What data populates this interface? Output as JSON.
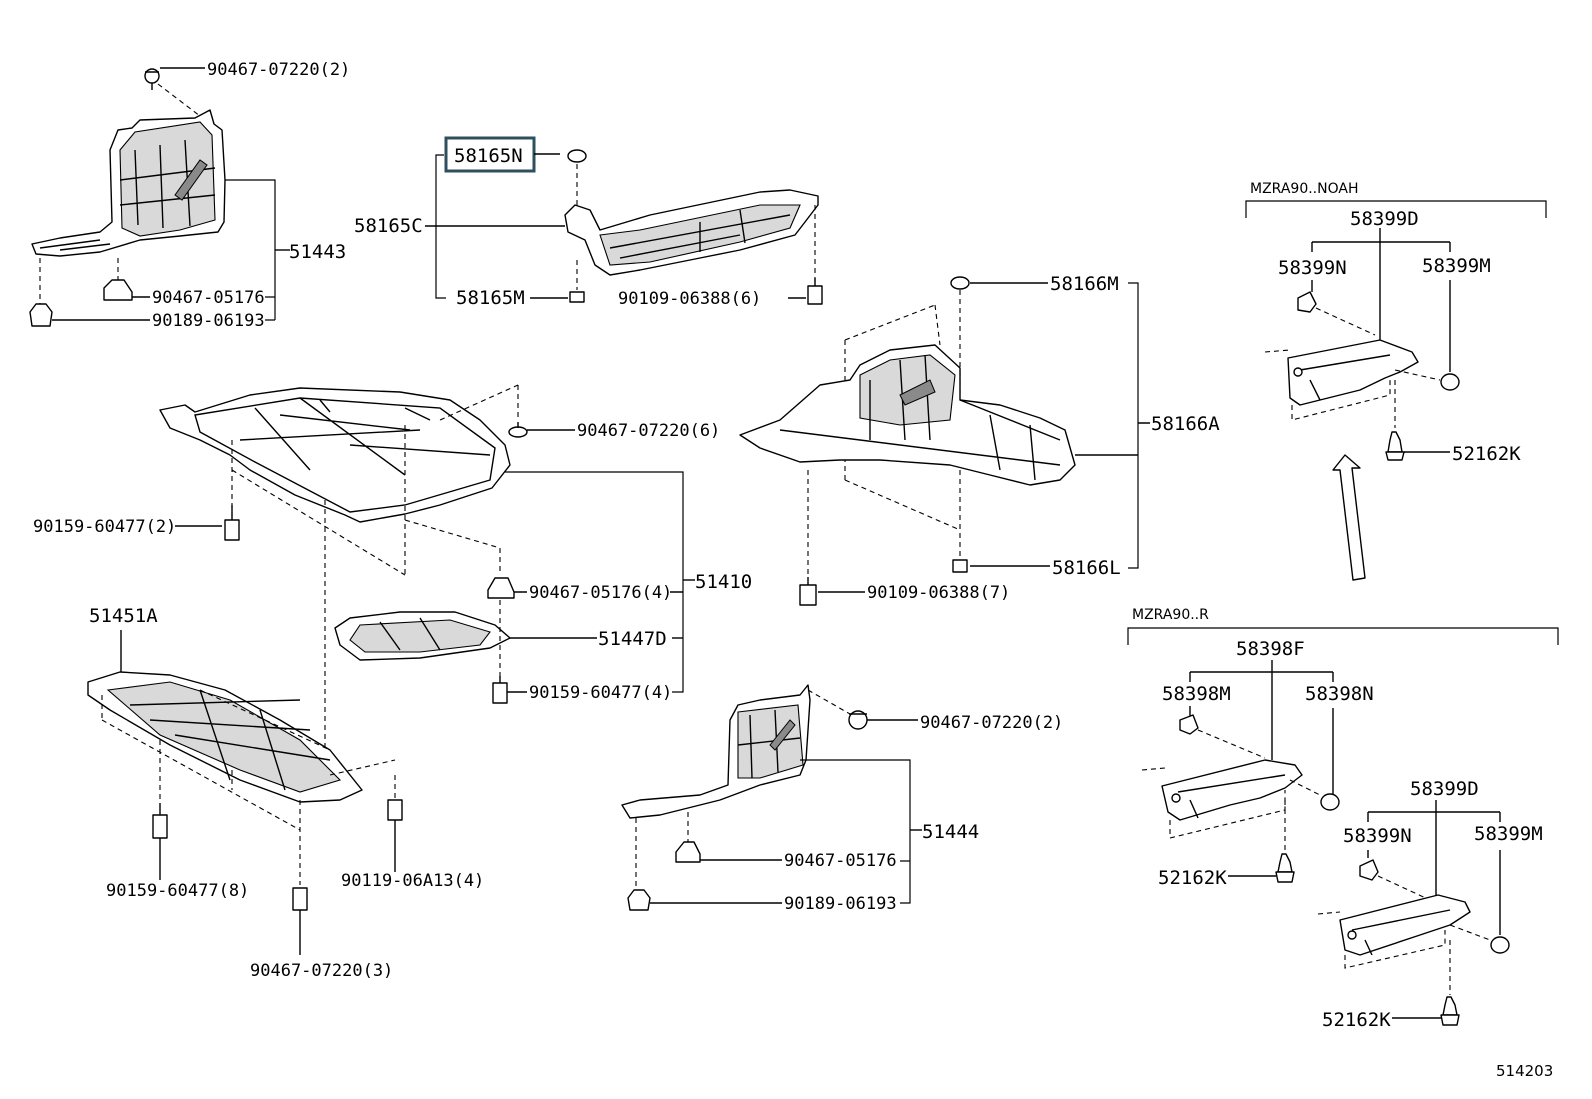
{
  "diagram_id": "514203",
  "highlight_color": "#2f4f5f",
  "labels": {
    "p_9046707220_2_top": "90467-07220(2)",
    "p_51443": "51443",
    "p_9046705176_a": "90467-05176",
    "p_9018906193_a": "90189-06193",
    "p_58165N": "58165N",
    "p_58165C": "58165C",
    "p_58165M": "58165M",
    "p_9010906388_6": "90109-06388(6)",
    "p_58166M": "58166M",
    "p_58166A": "58166A",
    "p_58166L": "58166L",
    "p_9010906388_7": "90109-06388(7)",
    "p_9046707220_6": "90467-07220(6)",
    "p_9015960477_2": "90159-60477(2)",
    "p_51410": "51410",
    "p_9046705176_4": "90467-05176(4)",
    "p_51447D": "51447D",
    "p_9015960477_4": "90159-60477(4)",
    "p_51451A": "51451A",
    "p_9015960477_8": "90159-60477(8)",
    "p_9011906A13_4": "90119-06A13(4)",
    "p_9046707220_3": "90467-07220(3)",
    "p_9046707220_2_mid": "90467-07220(2)",
    "p_51444": "51444",
    "p_9046705176_b": "90467-05176",
    "p_9018906193_b": "90189-06193",
    "group_noah": "MZRA90..NOAH",
    "p_58399D_a": "58399D",
    "p_58399N_a": "58399N",
    "p_58399M_a": "58399M",
    "p_52162K_a": "52162K",
    "group_r": "MZRA90..R",
    "p_58398F": "58398F",
    "p_58398M": "58398M",
    "p_58398N": "58398N",
    "p_52162K_b": "52162K",
    "p_58399D_b": "58399D",
    "p_58399N_b": "58399N",
    "p_58399M_b": "58399M",
    "p_52162K_c": "52162K"
  }
}
